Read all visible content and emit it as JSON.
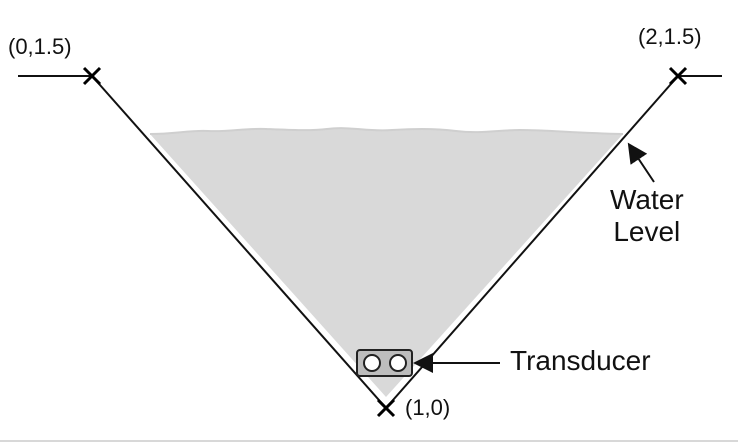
{
  "points": {
    "top_left": "(0,1.5)",
    "top_right": "(2,1.5)",
    "bottom": "(1,0)"
  },
  "callouts": {
    "water_level_line1": "Water",
    "water_level_line2": "Level",
    "transducer": "Transducer"
  },
  "colors": {
    "water_fill": "#d9d9d9",
    "line": "#111111",
    "marker": "#000000",
    "transducer_body": "#bdbdbd",
    "transducer_circle": "#ffffff"
  },
  "icons": {
    "point_marker": "x-marker-icon",
    "transducer": "transducer-icon",
    "arrow": "arrow-icon"
  }
}
